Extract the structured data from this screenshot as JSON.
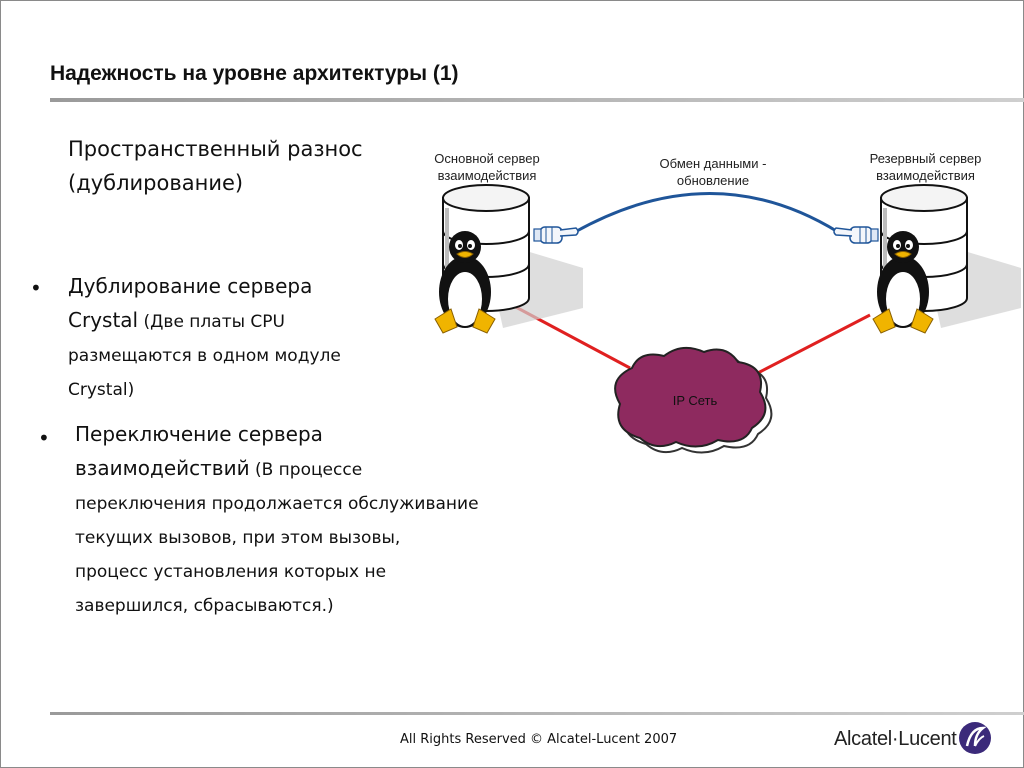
{
  "slide": {
    "title": "Надежность на уровне архитектуры (1)",
    "subtitle_line1": "Пространственный разнос",
    "subtitle_line2": "(дублирование)"
  },
  "bullets": [
    {
      "marker": "•",
      "line1": "Дублирование сервера",
      "line2_main": "Crystal",
      "line2_small": " (Две платы CPU",
      "line3": "размещаются в одном модуле",
      "line4": "Crystal)"
    },
    {
      "marker": "•",
      "line1": "Переключение сервера",
      "line2_main": "взаимодействий",
      "line2_small": " (В процессе",
      "line3": "переключения продолжается обслуживание",
      "line4": "текущих вызовов, при этом вызовы,",
      "line5": "процесс установления которых не",
      "line6": "завершился, сбрасываются.)"
    }
  ],
  "diagram": {
    "primary_label_1": "Основной сервер",
    "primary_label_2": "взаимодействия",
    "exchange_label_1": "Обмен данными -",
    "exchange_label_2": "обновление",
    "backup_label_1": "Резервный сервер",
    "backup_label_2": "взаимодействия",
    "network_label": "IP Сеть",
    "colors": {
      "link_red": "#e02020",
      "arc_blue": "#1f5599",
      "cloud_fill": "#8e2a5f",
      "penguin_beak": "#f0b400"
    },
    "icons": [
      "database-server-icon",
      "penguin-icon",
      "pointing-hand-icon",
      "cloud-icon"
    ]
  },
  "footer": {
    "copyright": "All Rights Reserved © Alcatel-Lucent 2007",
    "logo_text": "Alcatel·Lucent"
  }
}
